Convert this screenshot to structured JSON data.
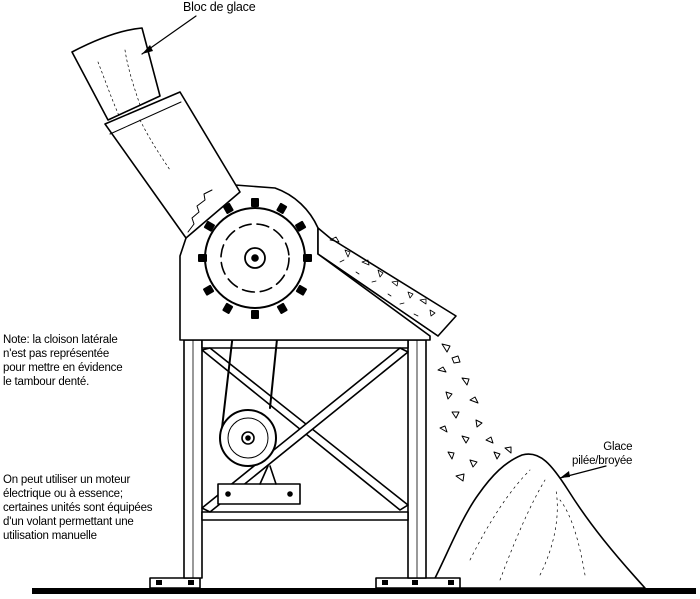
{
  "labels": {
    "bloc_de_glace": "Bloc de glace",
    "note": [
      "Note: la cloison latérale",
      "n'est pas représentée",
      "pour mettre en évidence",
      "le tambour denté."
    ],
    "moteur": [
      "On peut utiliser un moteur",
      "électrique ou à essence;",
      "certaines unités sont équipées",
      "d'un volant permettant une",
      "utilisation manuelle"
    ],
    "glace": [
      "Glace",
      "pilée/broyée"
    ]
  }
}
